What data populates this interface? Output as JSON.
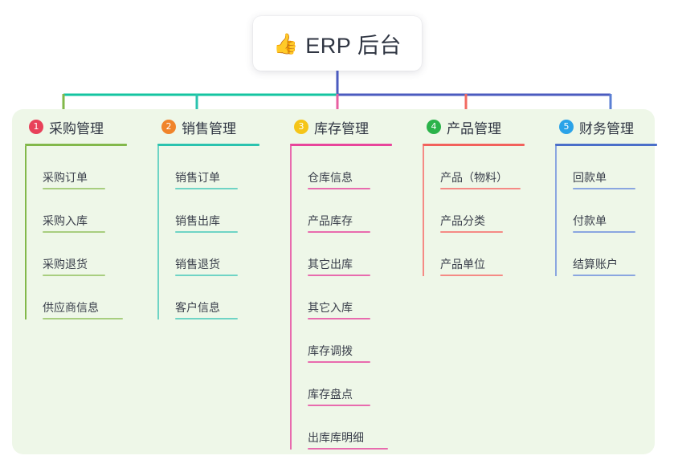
{
  "diagram": {
    "type": "mind-map",
    "root": {
      "icon": "thumbs-up-icon",
      "emoji": "👍",
      "title": "ERP 后台"
    },
    "panel_background": "#eef7e8",
    "bus_colors": {
      "left_segment": "#14c4a0",
      "right_segment": "#4b5bbf",
      "stem": "#4b5bbf"
    },
    "columns": [
      {
        "number": "1",
        "badge_color": "#e8415a",
        "accent": "#82b84a",
        "title": "采购管理",
        "items": [
          "采购订单",
          "采购入库",
          "采购退货",
          "供应商信息"
        ]
      },
      {
        "number": "2",
        "badge_color": "#f0842a",
        "accent": "#2ac3ae",
        "title": "销售管理",
        "items": [
          "销售订单",
          "销售出库",
          "销售退货",
          "客户信息"
        ]
      },
      {
        "number": "3",
        "badge_color": "#f5c518",
        "accent": "#e85fa0",
        "title": "库存管理",
        "items": [
          "仓库信息",
          "产品库存",
          "其它出库",
          "其它入库",
          "库存调拨",
          "库存盘点",
          "出库库明细"
        ]
      },
      {
        "number": "4",
        "badge_color": "#2bb34a",
        "accent": "#f26a61",
        "title": "产品管理",
        "items": [
          "产品（物料）",
          "产品分类",
          "产品单位"
        ]
      },
      {
        "number": "5",
        "badge_color": "#2ba3e8",
        "accent": "#5b7fd4",
        "title": "财务管理",
        "items": [
          "回款单",
          "付款单",
          "结算账户"
        ]
      }
    ]
  }
}
